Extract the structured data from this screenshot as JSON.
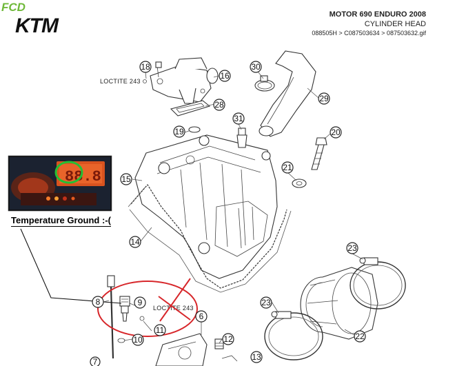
{
  "header": {
    "watermark": "FCD",
    "brand": "KTM",
    "model": "MOTOR 690 ENDURO 2008",
    "section": "CYLINDER HEAD",
    "reference": "088505H > C087503634 > 087503632.gif"
  },
  "caption": "Temperature Ground :-(",
  "labels": {
    "loctite_top": "LOCTITE 243",
    "loctite_bottom": "LOCTITE 243"
  },
  "part_numbers": {
    "p6": "6",
    "p7": "7",
    "p8": "8",
    "p9": "9",
    "p10": "10",
    "p11": "11",
    "p12": "12",
    "p13": "13",
    "p14": "14",
    "p15": "15",
    "p16": "16",
    "p18": "18",
    "p19": "19",
    "p20": "20",
    "p21": "21",
    "p22": "22",
    "p23a": "23",
    "p23b": "23",
    "p28": "28",
    "p29": "29",
    "p30": "30",
    "p31": "31"
  },
  "dashboard_inset": {
    "display_digits": "88.8",
    "highlight_color": "#22c035"
  },
  "colors": {
    "annotation_red": "#d7262a",
    "watermark": "#6fb93a",
    "brand": "#111111"
  }
}
